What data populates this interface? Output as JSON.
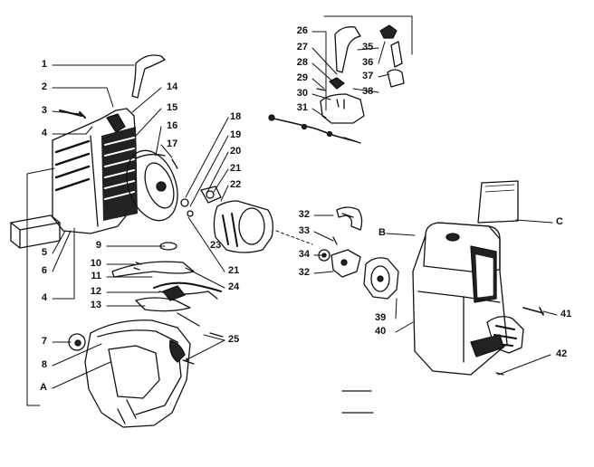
{
  "diagram": {
    "colors": {
      "ink": "#111111",
      "paper": "#ffffff",
      "shade": "#222222"
    },
    "callouts": [
      {
        "id": "1",
        "text": "1"
      },
      {
        "id": "2",
        "text": "2"
      },
      {
        "id": "3",
        "text": "3"
      },
      {
        "id": "4a",
        "text": "4"
      },
      {
        "id": "5",
        "text": "5"
      },
      {
        "id": "6",
        "text": "6"
      },
      {
        "id": "4b",
        "text": "4"
      },
      {
        "id": "7",
        "text": "7"
      },
      {
        "id": "8",
        "text": "8"
      },
      {
        "id": "A",
        "text": "A"
      },
      {
        "id": "9",
        "text": "9"
      },
      {
        "id": "10",
        "text": "10"
      },
      {
        "id": "11",
        "text": "11"
      },
      {
        "id": "12",
        "text": "12"
      },
      {
        "id": "13",
        "text": "13"
      },
      {
        "id": "14",
        "text": "14"
      },
      {
        "id": "15",
        "text": "15"
      },
      {
        "id": "16",
        "text": "16"
      },
      {
        "id": "17",
        "text": "17"
      },
      {
        "id": "18",
        "text": "18"
      },
      {
        "id": "19",
        "text": "19"
      },
      {
        "id": "20",
        "text": "20"
      },
      {
        "id": "21a",
        "text": "21"
      },
      {
        "id": "22",
        "text": "22"
      },
      {
        "id": "23",
        "text": "23"
      },
      {
        "id": "21b",
        "text": "21"
      },
      {
        "id": "24",
        "text": "24"
      },
      {
        "id": "25",
        "text": "25"
      },
      {
        "id": "26",
        "text": "26"
      },
      {
        "id": "27",
        "text": "27"
      },
      {
        "id": "28",
        "text": "28"
      },
      {
        "id": "29",
        "text": "29"
      },
      {
        "id": "30",
        "text": "30"
      },
      {
        "id": "31",
        "text": "31"
      },
      {
        "id": "35",
        "text": "35"
      },
      {
        "id": "36",
        "text": "36"
      },
      {
        "id": "37",
        "text": "37"
      },
      {
        "id": "38",
        "text": "38"
      },
      {
        "id": "32a",
        "text": "32"
      },
      {
        "id": "33",
        "text": "33"
      },
      {
        "id": "34",
        "text": "34"
      },
      {
        "id": "32b",
        "text": "32"
      },
      {
        "id": "B",
        "text": "B"
      },
      {
        "id": "C",
        "text": "C"
      },
      {
        "id": "39",
        "text": "39"
      },
      {
        "id": "40",
        "text": "40"
      },
      {
        "id": "41",
        "text": "41"
      },
      {
        "id": "42",
        "text": "42"
      }
    ]
  }
}
